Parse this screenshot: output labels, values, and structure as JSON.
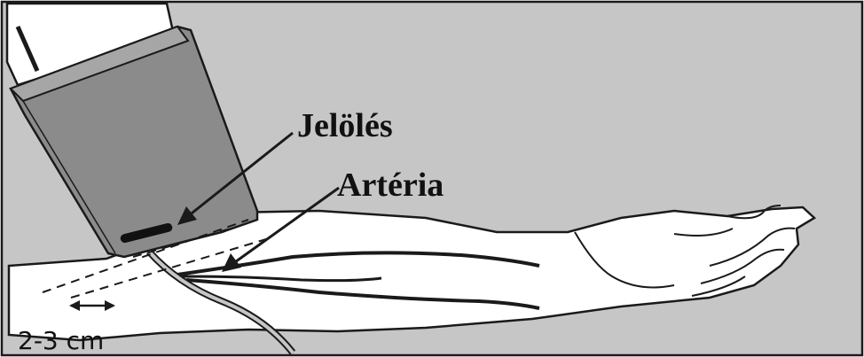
{
  "labels": {
    "marker": "Jelölés",
    "artery": "Artéria",
    "distance": "2-3 cm"
  },
  "colors": {
    "background": "#c6c6c6",
    "cuff": "#8b8b8b",
    "cuff_top": "#a6a6a6",
    "skin": "#ffffff",
    "outline": "#1a1a1a"
  }
}
